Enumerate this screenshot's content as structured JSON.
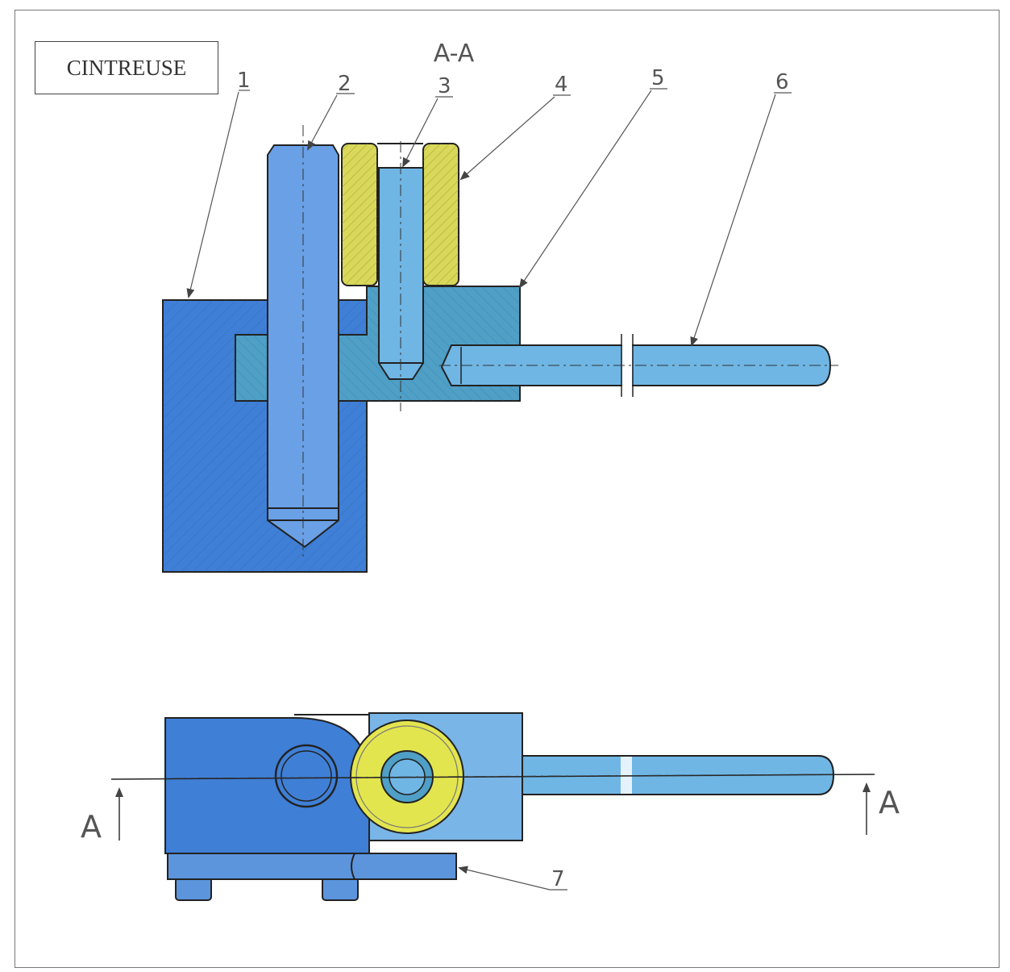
{
  "title": "CINTREUSE",
  "section_label": "A-A",
  "part_numbers": [
    "1",
    "2",
    "3",
    "4",
    "5",
    "6",
    "7"
  ],
  "cut_marker": "A",
  "colors": {
    "steel_blue": "#3f7fd6",
    "light_blue": "#6fb6e4",
    "teal": "#4f9fc6",
    "yellow": "#d9d85a",
    "outline": "#222222",
    "leader": "#666666"
  }
}
